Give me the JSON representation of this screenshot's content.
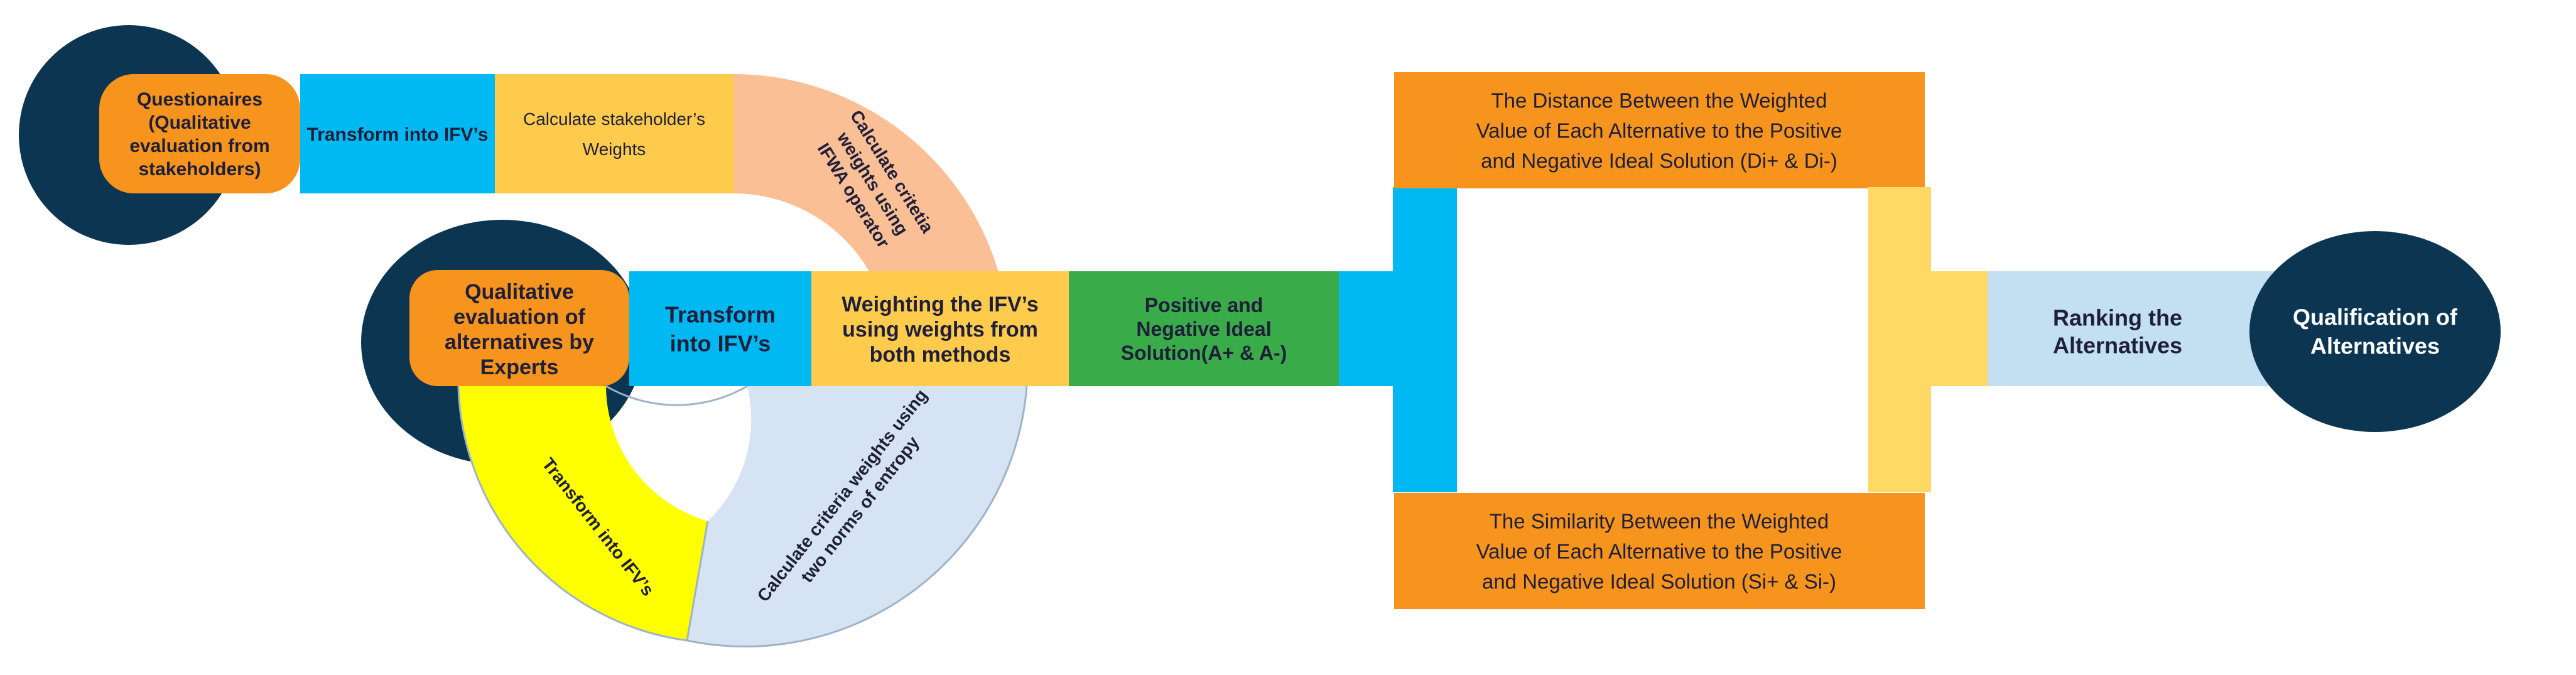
{
  "colors": {
    "navy": "#0b3550",
    "orange": "#f7941d",
    "cyan": "#00b9f2",
    "gold": "#ffcb4c",
    "peach": "#fbbf95",
    "green": "#3aab49",
    "yellow": "#ffff00",
    "lightblue": "#d5e3f2",
    "skyblue": "#c3dff2",
    "paleyellow": "#ffd966",
    "text": "#1f1f3a"
  },
  "stakeholder": {
    "questionnaire_lines": [
      "Questionaires",
      "(Qualitative",
      "evaluation from",
      "stakeholders)"
    ],
    "transform": "Transform into IFV’s",
    "weights_lines": [
      "Calculate stakeholder’s",
      "Weights"
    ],
    "ifwa_lines": [
      "Calculate critetia",
      "weights using",
      "IFWA operator"
    ]
  },
  "experts": {
    "evaluation_lines": [
      "Qualitative",
      "evaluation of",
      "alternatives by",
      "Experts"
    ],
    "transform_lines": [
      "Transform",
      "into IFV’s"
    ],
    "weighting_lines": [
      "Weighting the IFV’s",
      "using weights from",
      "both methods"
    ],
    "transform_arc": "Transform into IFV’s",
    "entropy_lines": [
      "Calculate criteria weights using",
      "two norms of entropy"
    ]
  },
  "ideal_lines": [
    "Positive and",
    "Negative Ideal",
    "Solution(A+ & A-)"
  ],
  "distance_lines": [
    "The Distance Between the Weighted",
    "Value of Each Alternative to the Positive",
    "and Negative Ideal Solution (Di+ & Di-)"
  ],
  "similarity_lines": [
    "The Similarity  Between the Weighted",
    "Value of Each Alternative to the Positive",
    "and Negative Ideal Solution (Si+ & Si-)"
  ],
  "ranking_lines": [
    "Ranking the",
    "Alternatives"
  ],
  "qualification_lines": [
    "Qualification of",
    "Alternatives"
  ]
}
